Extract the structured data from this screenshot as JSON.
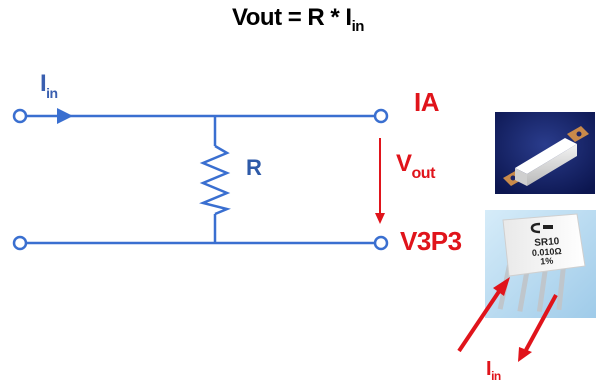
{
  "equation": {
    "lhs": "Vout = R * I",
    "sub": "in"
  },
  "labels": {
    "iin_left_main": "I",
    "iin_left_sub": "in",
    "resistor": "R",
    "node_ia": "IA",
    "vout_main": "V",
    "vout_sub": "out",
    "node_v3p3": "V3P3",
    "iin_bottom_main": "I",
    "iin_bottom_sub": "in"
  },
  "component_marking": {
    "line1": "SR10",
    "line2": "0.010Ω",
    "line3": "1%"
  },
  "colors": {
    "wire": "#3a6fd0",
    "accent_red": "#e0141b",
    "label_blue": "#2e5aa8"
  }
}
